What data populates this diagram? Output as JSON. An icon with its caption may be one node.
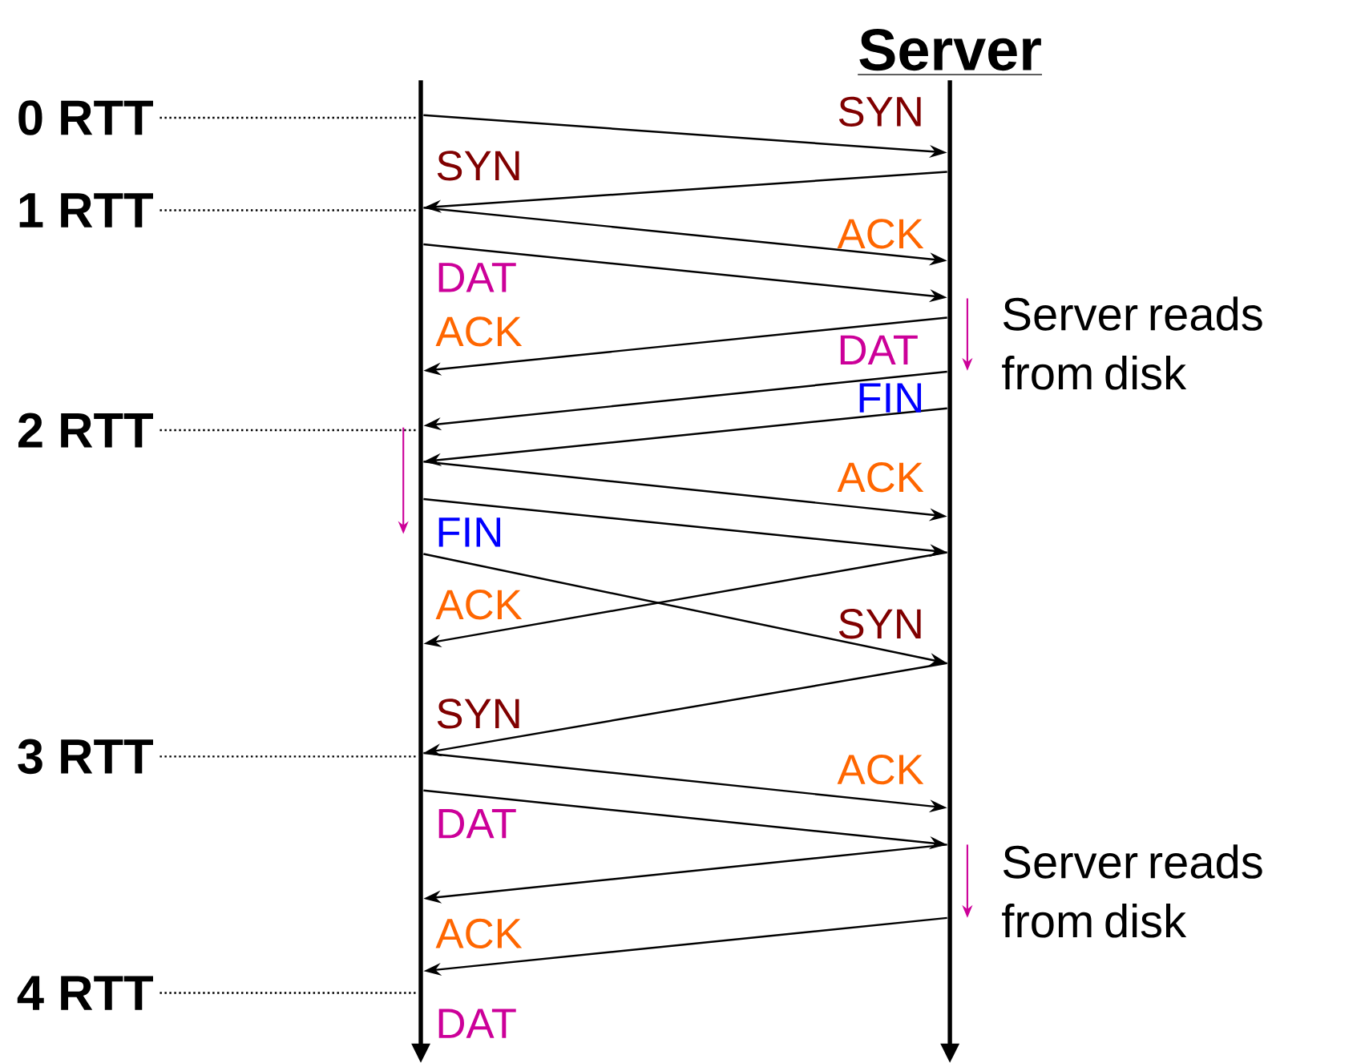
{
  "diagram": {
    "nodes": [
      {
        "text": [],
        "shape": "bar"
      },
      {
        "text": [
          "Server"
        ]
      },
      {
        "text": [
          "0 RTT"
        ]
      },
      {
        "text": [
          "1 RTT"
        ]
      },
      {
        "text": [
          "2 RTT"
        ]
      },
      {
        "text": [
          "3 RTT"
        ]
      },
      {
        "text": [
          "4 RTT"
        ]
      }
    ],
    "edges": [
      {
        "from": 0,
        "to": 1,
        "arrow": "to",
        "label": "SYN"
      },
      {
        "from": 1,
        "to": 0,
        "arrow": "to",
        "label": "SYN"
      },
      {
        "from": 0,
        "to": 1,
        "arrow": "to",
        "label": "ACK"
      },
      {
        "from": 0,
        "to": 1,
        "arrow": "to",
        "label": "DAT"
      },
      {
        "from": 1,
        "to": 0,
        "arrow": "to",
        "label": "ACK"
      },
      {
        "from": 1,
        "to": 0,
        "arrow": "to",
        "label": "DAT"
      },
      {
        "from": 1,
        "to": 0,
        "arrow": "to",
        "label": "FIN"
      },
      {
        "from": 0,
        "to": 1,
        "arrow": "to",
        "label": "ACK"
      },
      {
        "from": 0,
        "to": 1,
        "arrow": "to",
        "label": "FIN"
      },
      {
        "from": 1,
        "to": 0,
        "arrow": "to",
        "label": "ACK"
      },
      {
        "from": 0,
        "to": 1,
        "arrow": "to",
        "label": "SYN"
      },
      {
        "from": 1,
        "to": 0,
        "arrow": "to",
        "label": "SYN"
      },
      {
        "from": 0,
        "to": 1,
        "arrow": "to",
        "label": "ACK"
      },
      {
        "from": 0,
        "to": 1,
        "arrow": "to",
        "label": "DAT"
      },
      {
        "from": 1,
        "to": 0,
        "arrow": "to"
      },
      {
        "from": 1,
        "to": 0,
        "arrow": "to",
        "label": "ACK"
      },
      {
        "from": 2,
        "to": 0,
        "arrow": "none",
        "style": "dashed"
      },
      {
        "from": 3,
        "to": 0,
        "arrow": "none",
        "style": "dashed"
      },
      {
        "from": 4,
        "to": 0,
        "arrow": "none",
        "style": "dashed"
      },
      {
        "from": 5,
        "to": 0,
        "arrow": "none",
        "style": "dashed"
      },
      {
        "from": 6,
        "to": 0,
        "arrow": "none",
        "style": "dashed"
      }
    ],
    "labels": [
      "Server reads from disk",
      "Server reads from disk",
      "DAT"
    ]
  }
}
